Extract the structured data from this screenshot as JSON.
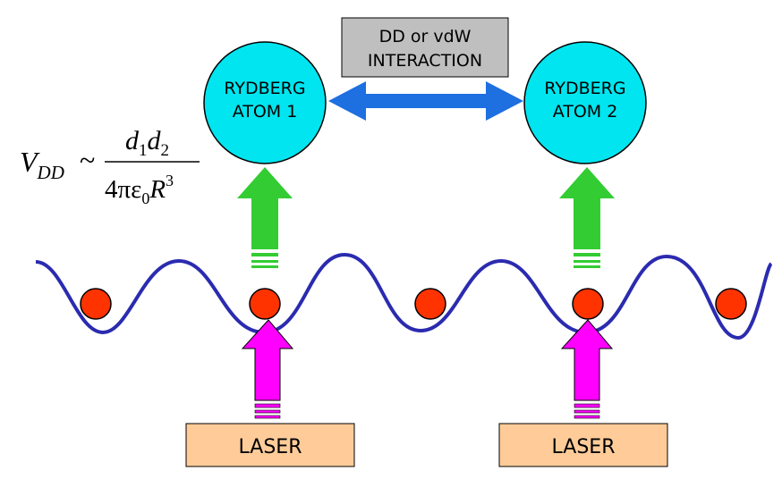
{
  "interaction_box": {
    "line1": "DD or vdW",
    "line2": "INTERACTION"
  },
  "atom1": {
    "line1": "RYDBERG",
    "line2": "ATOM 1"
  },
  "atom2": {
    "line1": "RYDBERG",
    "line2": "ATOM 2"
  },
  "formula": {
    "lhs_symbol": "V",
    "lhs_subscript": "DD",
    "relation": "~",
    "numerator": {
      "d1": "d",
      "d1_sub": "1",
      "d2": "d",
      "d2_sub": "2"
    },
    "denominator": {
      "prefix": "4πε",
      "eps_sub": "0",
      "r": "R",
      "r_sup": "3"
    }
  },
  "lasers": [
    {
      "label": "LASER"
    },
    {
      "label": "LASER"
    }
  ],
  "colors": {
    "atom_fill": "#00e5ef",
    "interaction_box_fill": "#bfbfbf",
    "interaction_arrow": "#1e6fe0",
    "up_arrow": "#33cc33",
    "laser_arrow": "#ff00ff",
    "laser_box_fill": "#ffcc99",
    "lattice_wave": "#2b2bb0",
    "lattice_atom": "#ff3300"
  }
}
